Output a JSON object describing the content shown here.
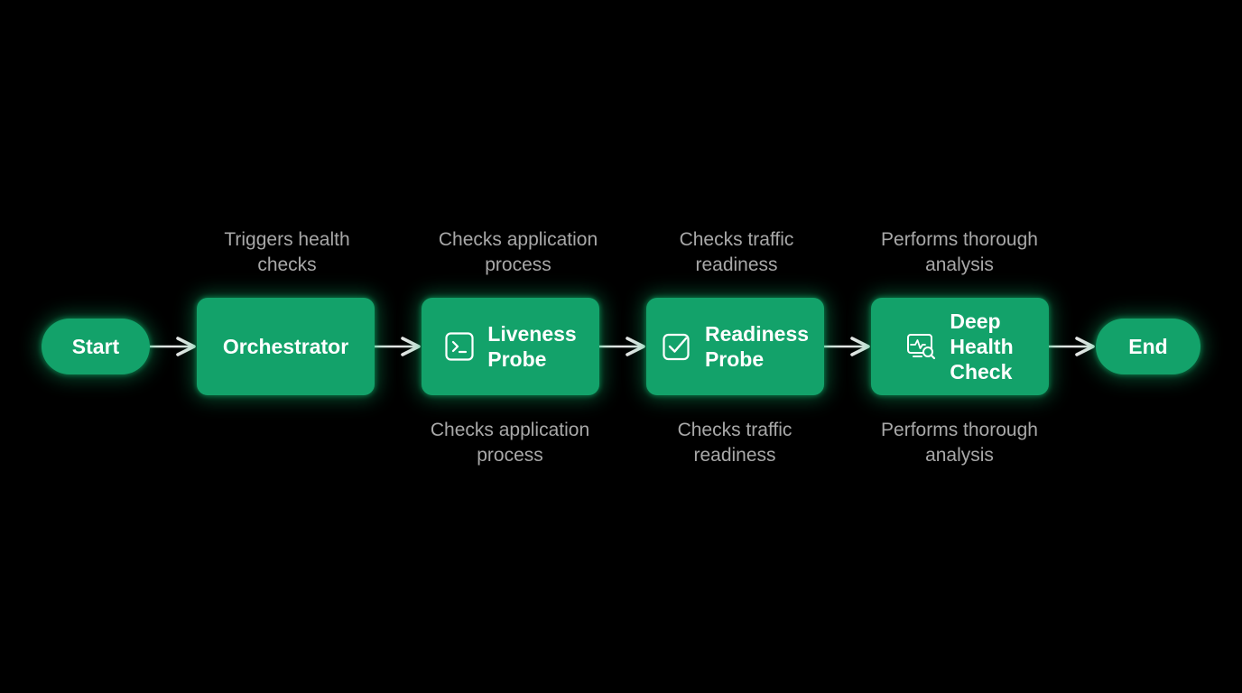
{
  "colors": {
    "background": "#000000",
    "node_fill": "#13a26a",
    "node_glow": "#13c878",
    "node_text": "#ffffff",
    "caption_text": "#a8a8a8",
    "arrow": "#e6e6e6"
  },
  "nodes": {
    "start": {
      "label": "Start"
    },
    "orchestrator": {
      "label": "Orchestrator"
    },
    "liveness": {
      "line1": "Liveness",
      "line2": "Probe",
      "icon": "terminal-icon"
    },
    "readiness": {
      "line1": "Readiness",
      "line2": "Probe",
      "icon": "checkbox-icon"
    },
    "deep": {
      "line1": "Deep",
      "line2": "Health",
      "line3": "Check",
      "icon": "monitor-search-icon"
    },
    "end": {
      "label": "End"
    }
  },
  "captions_top": {
    "orchestrator": {
      "line1": "Triggers health",
      "line2": "checks"
    },
    "liveness": {
      "line1": "Checks application",
      "line2": "process"
    },
    "readiness": {
      "line1": "Checks traffic",
      "line2": "readiness"
    },
    "deep": {
      "line1": "Performs thorough",
      "line2": "analysis"
    }
  },
  "captions_bottom": {
    "liveness": {
      "line1": "Checks application",
      "line2": "process"
    },
    "readiness": {
      "line1": "Checks traffic",
      "line2": "readiness"
    },
    "deep": {
      "line1": "Performs thorough",
      "line2": "analysis"
    }
  },
  "edges": [
    {
      "from": "Start",
      "to": "Orchestrator"
    },
    {
      "from": "Orchestrator",
      "to": "Liveness Probe"
    },
    {
      "from": "Liveness Probe",
      "to": "Readiness Probe"
    },
    {
      "from": "Readiness Probe",
      "to": "Deep Health Check"
    },
    {
      "from": "Deep Health Check",
      "to": "End"
    }
  ]
}
